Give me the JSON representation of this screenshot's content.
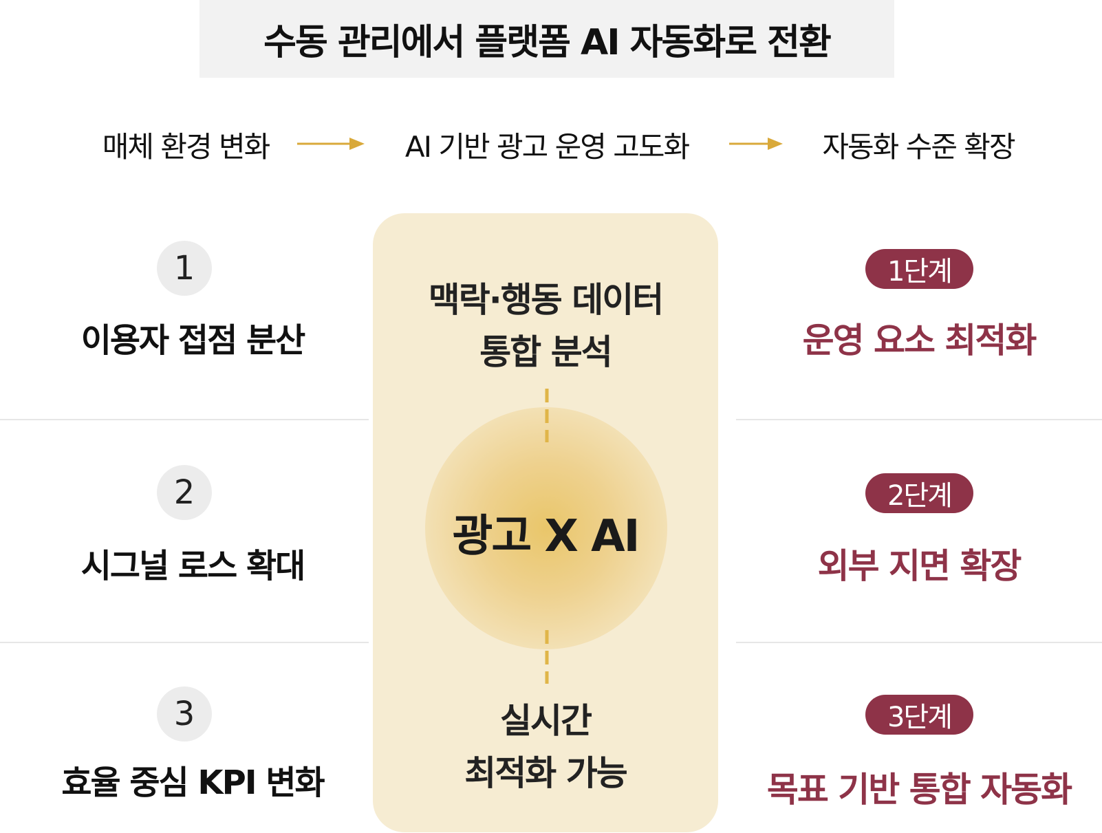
{
  "title": "수동 관리에서 플랫폼 AI 자동화로 전환",
  "flow": [
    "매체 환경 변화",
    "AI 기반 광고 운영 고도화",
    "자동화 수준 확장"
  ],
  "left_items": [
    {
      "number": "1",
      "label": "이용자 접점 분산"
    },
    {
      "number": "2",
      "label": "시그널 로스 확대"
    },
    {
      "number": "3",
      "label": "효율 중심 KPI 변화"
    }
  ],
  "center": {
    "top_line1": "맥락·행동 데이터",
    "top_line2": "통합 분석",
    "core": "광고 X AI",
    "bottom_line1": "실시간",
    "bottom_line2": "최적화 가능"
  },
  "right_items": [
    {
      "stage": "1단계",
      "label": "운영 요소 최적화"
    },
    {
      "stage": "2단계",
      "label": "외부 지면 확장"
    },
    {
      "stage": "3단계",
      "label": "목표 기반 통합 자동화"
    }
  ],
  "colors": {
    "accent_arrow": "#d9a93a",
    "stage_badge": "#8e3348",
    "panel": "#f6ecd2",
    "glow": "#e9c66a"
  }
}
